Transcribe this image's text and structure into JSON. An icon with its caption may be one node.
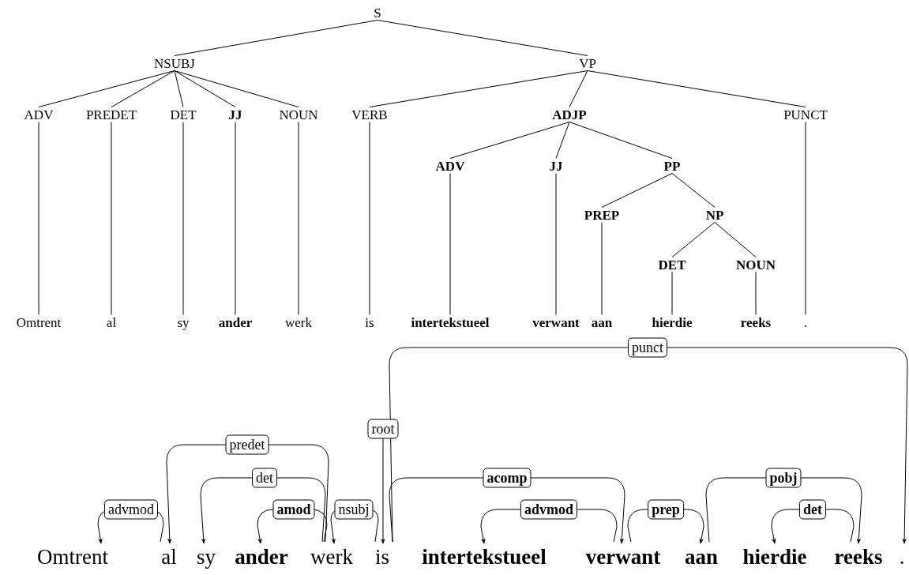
{
  "diagram": {
    "nodes": [
      {
        "text": [
          "S"
        ]
      },
      {
        "text": [
          "NSUBJ"
        ]
      },
      {
        "text": [
          "VP"
        ]
      },
      {
        "text": [
          "ADV"
        ]
      },
      {
        "text": [
          "PREDET"
        ]
      },
      {
        "text": [
          "DET"
        ]
      },
      {
        "text": [
          "JJ"
        ]
      },
      {
        "text": [
          "NOUN"
        ]
      },
      {
        "text": [
          "VERB"
        ]
      },
      {
        "text": [
          "ADJP"
        ]
      },
      {
        "text": [
          "PUNCT"
        ]
      },
      {
        "text": [
          "ADV"
        ]
      },
      {
        "text": [
          "JJ"
        ]
      },
      {
        "text": [
          "PP"
        ]
      },
      {
        "text": [
          "PREP"
        ]
      },
      {
        "text": [
          "NP"
        ]
      },
      {
        "text": [
          "DET"
        ]
      },
      {
        "text": [
          "NOUN"
        ]
      },
      {
        "text": [
          "Omtrent"
        ]
      },
      {
        "text": [
          "al"
        ]
      },
      {
        "text": [
          "sy"
        ]
      },
      {
        "text": [
          "ander"
        ]
      },
      {
        "text": [
          "werk"
        ]
      },
      {
        "text": [
          "is"
        ]
      },
      {
        "text": [
          "intertekstueel"
        ]
      },
      {
        "text": [
          "verwant"
        ]
      },
      {
        "text": [
          "aan"
        ]
      },
      {
        "text": [
          "hierdie"
        ]
      },
      {
        "text": [
          "reeks"
        ]
      },
      {
        "text": [
          "."
        ]
      },
      {
        "text": [
          "Omtrent"
        ]
      },
      {
        "text": [
          "al"
        ]
      },
      {
        "text": [
          "sy"
        ]
      },
      {
        "text": [
          "ander"
        ]
      },
      {
        "text": [
          "werk"
        ]
      },
      {
        "text": [
          "is"
        ]
      },
      {
        "text": [
          "intertekstueel"
        ]
      },
      {
        "text": [
          "verwant"
        ]
      },
      {
        "text": [
          "aan"
        ]
      },
      {
        "text": [
          "hierdie"
        ]
      },
      {
        "text": [
          "reeks"
        ]
      },
      {
        "text": [
          "."
        ]
      }
    ],
    "edges": [
      {
        "from": 0,
        "to": 1,
        "arrow": "none"
      },
      {
        "from": 0,
        "to": 2,
        "arrow": "none"
      },
      {
        "from": 1,
        "to": 3,
        "arrow": "none"
      },
      {
        "from": 1,
        "to": 4,
        "arrow": "none"
      },
      {
        "from": 1,
        "to": 5,
        "arrow": "none"
      },
      {
        "from": 1,
        "to": 6,
        "arrow": "none"
      },
      {
        "from": 1,
        "to": 7,
        "arrow": "none"
      },
      {
        "from": 2,
        "to": 8,
        "arrow": "none"
      },
      {
        "from": 2,
        "to": 9,
        "arrow": "none"
      },
      {
        "from": 2,
        "to": 10,
        "arrow": "none"
      },
      {
        "from": 9,
        "to": 11,
        "arrow": "none"
      },
      {
        "from": 9,
        "to": 12,
        "arrow": "none"
      },
      {
        "from": 9,
        "to": 13,
        "arrow": "none"
      },
      {
        "from": 13,
        "to": 14,
        "arrow": "none"
      },
      {
        "from": 13,
        "to": 15,
        "arrow": "none"
      },
      {
        "from": 15,
        "to": 16,
        "arrow": "none"
      },
      {
        "from": 15,
        "to": 17,
        "arrow": "none"
      },
      {
        "from": 3,
        "to": 18,
        "arrow": "none"
      },
      {
        "from": 4,
        "to": 19,
        "arrow": "none"
      },
      {
        "from": 5,
        "to": 20,
        "arrow": "none"
      },
      {
        "from": 6,
        "to": 21,
        "arrow": "none"
      },
      {
        "from": 7,
        "to": 22,
        "arrow": "none"
      },
      {
        "from": 8,
        "to": 23,
        "arrow": "none"
      },
      {
        "from": 11,
        "to": 24,
        "arrow": "none"
      },
      {
        "from": 12,
        "to": 25,
        "arrow": "none"
      },
      {
        "from": 14,
        "to": 26,
        "arrow": "none"
      },
      {
        "from": 16,
        "to": 27,
        "arrow": "none"
      },
      {
        "from": 17,
        "to": 28,
        "arrow": "none"
      },
      {
        "from": 10,
        "to": 29,
        "arrow": "none"
      },
      {
        "from": 31,
        "to": 30,
        "arrow": "to",
        "label": "advmod"
      },
      {
        "from": 34,
        "to": 31,
        "arrow": "to",
        "label": "predet"
      },
      {
        "from": 34,
        "to": 32,
        "arrow": "to",
        "label": "det"
      },
      {
        "from": 34,
        "to": 33,
        "arrow": "to",
        "label": "amod"
      },
      {
        "from": 35,
        "to": 34,
        "arrow": "to",
        "label": "nsubj"
      },
      {
        "from": null,
        "to": 35,
        "arrow": "to",
        "label": "root"
      },
      {
        "from": 35,
        "to": 41,
        "arrow": "to",
        "label": "punct"
      },
      {
        "from": 35,
        "to": 37,
        "arrow": "to",
        "label": "acomp"
      },
      {
        "from": 37,
        "to": 36,
        "arrow": "to",
        "label": "advmod"
      },
      {
        "from": 37,
        "to": 38,
        "arrow": "to",
        "label": "prep"
      },
      {
        "from": 38,
        "to": 40,
        "arrow": "to",
        "label": "pobj"
      },
      {
        "from": 40,
        "to": 39,
        "arrow": "to",
        "label": "det"
      }
    ]
  }
}
